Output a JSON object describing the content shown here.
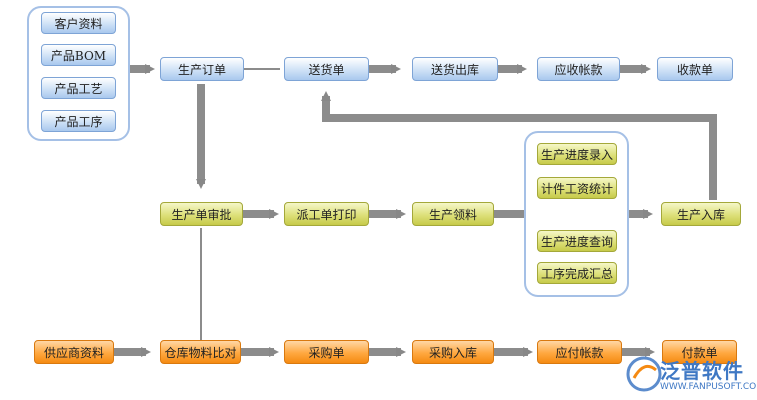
{
  "diagram": {
    "groups": {
      "left_group": [
        "客户资料",
        "产品BOM",
        "产品工艺",
        "产品工序"
      ],
      "middle_group": [
        "生产进度录入",
        "计件工资统计",
        "生产进度查询",
        "工序完成汇总"
      ]
    },
    "row1": [
      "生产订单",
      "送货单",
      "送货出库",
      "应收帐款",
      "收款单"
    ],
    "row2": [
      "生产单审批",
      "派工单打印",
      "生产领料",
      "生产入库"
    ],
    "row3": [
      "供应商资料",
      "仓库物料比对",
      "采购单",
      "采购入库",
      "应付帐款",
      "付款单"
    ]
  },
  "colors": {
    "blue_box": "#a9c8ee",
    "olive_box": "#c6ca4a",
    "orange_box": "#f58a12",
    "arrow": "#888888"
  },
  "watermark": {
    "text": "泛普软件",
    "url": "WWW.FANPUSOFT.COM"
  }
}
